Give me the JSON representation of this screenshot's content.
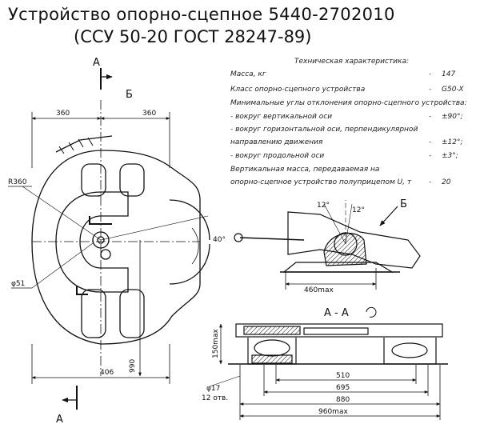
{
  "title": {
    "line1": "Устройство опорно-сцепное 5440-2702010",
    "line2": "(ССУ 50-20 ГОСТ 28247-89)"
  },
  "specs": {
    "heading": "Техническая характеристика:",
    "mass_label": "Масса, кг",
    "mass_dash": "-",
    "mass_value": "147",
    "class_label": "Класс опорно-сцепного устройства",
    "class_dash": "-",
    "class_value": "G50-X",
    "angles_heading": "Минимальные углы отклонения опорно-сцепного устройства:",
    "vertical_axis_label": "- вокруг вертикальной оси",
    "vertical_axis_dash": "-",
    "vertical_axis_value": "±90°;",
    "horizontal_axis_label_1": "- вокруг горизонтальной оси, перпендикулярной",
    "horizontal_axis_label_2": "направлению движения",
    "horizontal_axis_dash": "-",
    "horizontal_axis_value": "±12°;",
    "longitudinal_axis_label": "- вокруг продольной оси",
    "longitudinal_axis_dash": "-",
    "longitudinal_axis_value": "±3°;",
    "vertical_mass_label_1": "Вертикальная масса, передаваемая на",
    "vertical_mass_label_2": "опорно-сцепное устройство полуприцепом U, т",
    "vertical_mass_dash": "-",
    "vertical_mass_value": "20"
  },
  "plan_view": {
    "section_a_top": "А",
    "section_a_bottom": "А",
    "view_b": "Б",
    "dim_left_360": "360",
    "dim_right_360": "360",
    "radius_label": "R360",
    "dia_label": "φ51",
    "angle_40": "40°",
    "dim_406": "406",
    "dim_990": "990"
  },
  "side_view": {
    "angle_left": "12°",
    "angle_right": "12°",
    "view_b": "Б",
    "dim_460": "460max"
  },
  "section_view": {
    "title": "А - А",
    "dim_150": "150max",
    "dim_510": "510",
    "dim_695": "695",
    "dim_880": "880",
    "dim_960": "960max",
    "hole_label": "φ17",
    "hole_count": "12 отв."
  }
}
